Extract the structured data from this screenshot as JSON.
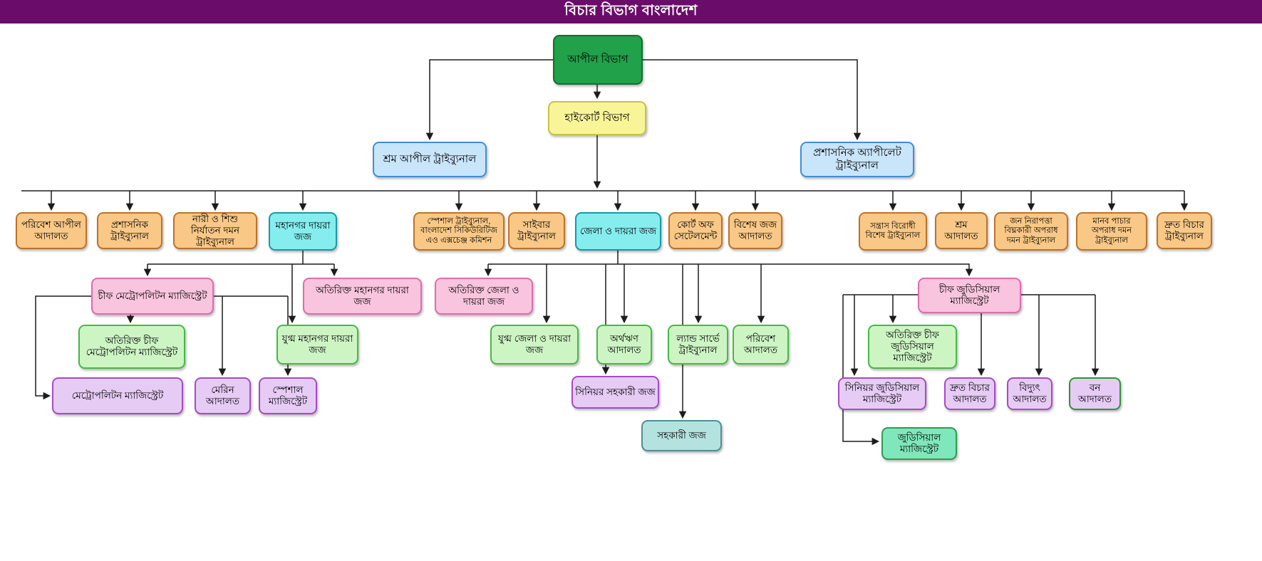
{
  "title": "বিচার বিভাগ বাংলাদেশ",
  "nodes": {
    "appellate_division": "আপীল বিভাগ",
    "high_court_division": "হাইকোর্ট বিভাগ",
    "labour_appellate_tribunal": "শ্রম আপীল ট্রাইব্যুনাল",
    "administrative_appellate_tribunal": "প্রশাসনিক অ্যাপীলেট ট্রাইব্যুনাল",
    "environment_appeal_court": "পরিবেশ আপীল আদালত",
    "administrative_tribunal": "প্রশাসনিক ট্রাইব্যুনাল",
    "women_children_repression_tribunal": "নারী ও শিশু নির্যাতন দমন ট্রাইব্যুনাল",
    "metropolitan_sessions_judge": "মহানগর দায়রা জজ",
    "special_tribunal_bsec": "স্পেশাল ট্রাইব্যুনাল, বাংলাদেশ  সিকিউরিটিজ এও এক্সচেঞ্জ কমিশন",
    "cyber_tribunal": "সাইবার ট্রাইব্যুনাল",
    "district_sessions_judge": "জেলা ও দায়রা জজ",
    "court_of_settlement": "কোর্ট অফ সেটেলমেন্ট",
    "special_judge_court": "বিশেষ জজ আদালত",
    "anti_terrorism_special_tribunal": "সন্ত্রাস  বিরোধী বিশেষ ট্রাইব্যুনাল",
    "labour_court": "শ্রম আদালত",
    "public_safety_crimes_tribunal": "জন নিরাপত্তা বিঘ্নকারী অপরাধ দমন ট্রাইব্যুনাল",
    "human_trafficking_crime_tribunal": "মানব পাচার অপরাধ দমন ট্রাইব্যুনাল",
    "speedy_trial_tribunal": "দ্রুত বিচার ট্রাইব্যুনাল",
    "chief_metropolitan_magistrate": "চীফ মেট্রোপলিটন ম্যাজিস্ট্রেট",
    "additional_metropolitan_sessions_judge": "অতিরিক্ত মহানগর দায়রা জজ",
    "additional_district_sessions_judge": "অতিরিক্ত জেলা ও দায়রা জজ",
    "chief_judicial_magistrate": "চীফ জুডিসিয়াল ম্যাজিস্ট্রেট",
    "additional_chief_metropolitan_magistrate": "অতিরিক্ত চীফ মেট্রোপলিটন ম্যাজিস্ট্রেট",
    "joint_metropolitan_sessions_judge": "যুগ্ম মহানগর দায়রা জজ",
    "joint_district_sessions_judge": "যুগ্ম জেলা ও দায়রা জজ",
    "artha_rin_adalat": "অর্থঋণ আদালত",
    "land_survey_tribunal": "ল্যান্ড সার্ভে ট্রাইব্যুনাল",
    "environment_court": "পরিবেশ আদালত",
    "additional_chief_judicial_magistrate": "অতিরিক্ত চীফ জুডিসিয়াল ম্যাজিস্ট্রেট",
    "metropolitan_magistrate": "মেট্রোপলিটন ম্যাজিস্ট্রেট",
    "marine_court": "মেরিন আদালত",
    "special_magistrate": "স্পেশাল ম্যাজিস্ট্রেট",
    "senior_assistant_judge": "সিনিয়র সহকারী জজ",
    "senior_judicial_magistrate": "সিনিয়র জুডিসিয়াল ম্যাজিস্ট্রেট",
    "speedy_trial_court": "দ্রুত বিচার আদালত",
    "electricity_court": "বিদ্যুৎ আদালত",
    "forest_court": "বন আদালত",
    "assistant_judge": "সহকারী জজ",
    "judicial_magistrate": "জুডিসিয়াল ম্যাজিস্ট্রেট"
  },
  "palette": {
    "title_bar": "#6A0C6A",
    "title_text": "#FFFFFF",
    "apex_green": "#21A14A",
    "high_court_yellow": "#F8F599",
    "appellate_blue": "#C9E5FA",
    "tribunal_orange": "#F9C886",
    "sessions_cyan": "#85EDED",
    "magistrate_pink": "#F9C5DE",
    "judge_light_green": "#CDF5C4",
    "magistrate_lavender": "#E6CBF5",
    "assistant_judge_teal": "#B4E3DF",
    "judicial_magistrate_mint": "#80E7BA",
    "connector_line": "#1C1C1C"
  }
}
